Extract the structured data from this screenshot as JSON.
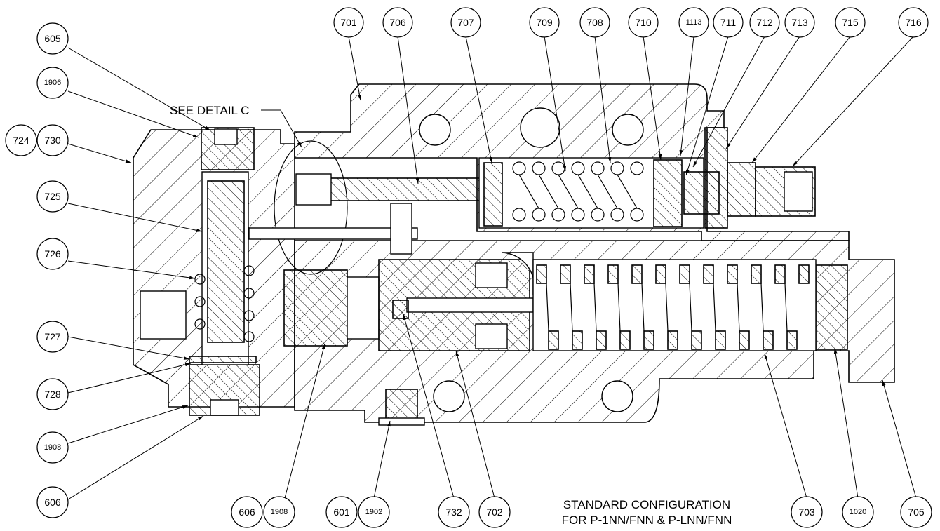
{
  "callouts": [
    {
      "id": "c605",
      "label": "605"
    },
    {
      "id": "c1906",
      "label": "1906"
    },
    {
      "id": "c724",
      "label": "724"
    },
    {
      "id": "c730",
      "label": "730"
    },
    {
      "id": "c725",
      "label": "725"
    },
    {
      "id": "c726",
      "label": "726"
    },
    {
      "id": "c727",
      "label": "727"
    },
    {
      "id": "c728",
      "label": "728"
    },
    {
      "id": "c1908a",
      "label": "1908"
    },
    {
      "id": "c606a",
      "label": "606"
    },
    {
      "id": "c701",
      "label": "701"
    },
    {
      "id": "c706",
      "label": "706"
    },
    {
      "id": "c707",
      "label": "707"
    },
    {
      "id": "c709",
      "label": "709"
    },
    {
      "id": "c708",
      "label": "708"
    },
    {
      "id": "c710",
      "label": "710"
    },
    {
      "id": "c1113",
      "label": "1113"
    },
    {
      "id": "c711",
      "label": "711"
    },
    {
      "id": "c712",
      "label": "712"
    },
    {
      "id": "c713",
      "label": "713"
    },
    {
      "id": "c715",
      "label": "715"
    },
    {
      "id": "c716",
      "label": "716"
    },
    {
      "id": "c606b",
      "label": "606"
    },
    {
      "id": "c1908b",
      "label": "1908"
    },
    {
      "id": "c601",
      "label": "601"
    },
    {
      "id": "c1902",
      "label": "1902"
    },
    {
      "id": "c732",
      "label": "732"
    },
    {
      "id": "c702",
      "label": "702"
    },
    {
      "id": "c703",
      "label": "703"
    },
    {
      "id": "c1020",
      "label": "1020"
    },
    {
      "id": "c705",
      "label": "705"
    }
  ],
  "detail_note": "SEE DETAIL C",
  "caption": {
    "line1": "STANDARD CONFIGURATION",
    "line2": "FOR P-1NN/FNN & P-LNN/FNN"
  }
}
